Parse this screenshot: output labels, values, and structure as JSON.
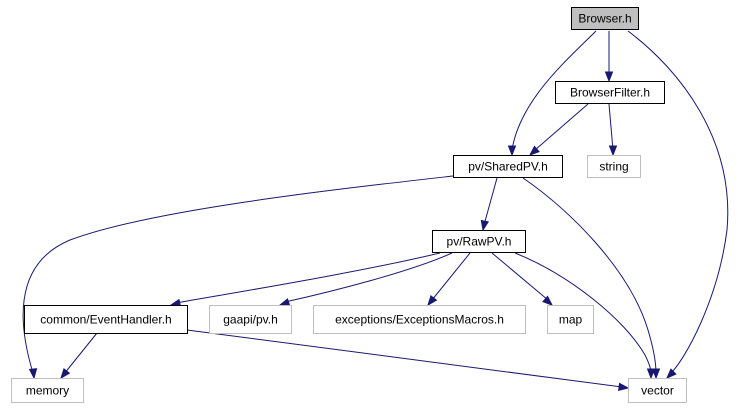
{
  "diagram": {
    "nodes": [
      {
        "id": "browser_h",
        "label": "Browser.h",
        "style": "root"
      },
      {
        "id": "browserfilter_h",
        "label": "BrowserFilter.h",
        "style": "normal"
      },
      {
        "id": "string",
        "label": "string",
        "style": "dim"
      },
      {
        "id": "sharedpv_h",
        "label": "pv/SharedPV.h",
        "style": "normal"
      },
      {
        "id": "rawpv_h",
        "label": "pv/RawPV.h",
        "style": "normal"
      },
      {
        "id": "eventhandler_h",
        "label": "common/EventHandler.h",
        "style": "normal"
      },
      {
        "id": "gaapi_pv_h",
        "label": "gaapi/pv.h",
        "style": "dim"
      },
      {
        "id": "exceptions_h",
        "label": "exceptions/ExceptionsMacros.h",
        "style": "dim"
      },
      {
        "id": "map",
        "label": "map",
        "style": "dim"
      },
      {
        "id": "memory",
        "label": "memory",
        "style": "dim"
      },
      {
        "id": "vector",
        "label": "vector",
        "style": "dim"
      }
    ],
    "edges": [
      {
        "from": "browser_h",
        "to": "browserfilter_h"
      },
      {
        "from": "browser_h",
        "to": "sharedpv_h"
      },
      {
        "from": "browser_h",
        "to": "vector"
      },
      {
        "from": "browserfilter_h",
        "to": "sharedpv_h"
      },
      {
        "from": "browserfilter_h",
        "to": "string"
      },
      {
        "from": "sharedpv_h",
        "to": "rawpv_h"
      },
      {
        "from": "sharedpv_h",
        "to": "memory"
      },
      {
        "from": "sharedpv_h",
        "to": "vector"
      },
      {
        "from": "rawpv_h",
        "to": "eventhandler_h"
      },
      {
        "from": "rawpv_h",
        "to": "gaapi_pv_h"
      },
      {
        "from": "rawpv_h",
        "to": "exceptions_h"
      },
      {
        "from": "rawpv_h",
        "to": "map"
      },
      {
        "from": "rawpv_h",
        "to": "vector"
      },
      {
        "from": "eventhandler_h",
        "to": "memory"
      },
      {
        "from": "eventhandler_h",
        "to": "vector"
      }
    ]
  },
  "colors": {
    "edge": "#191970",
    "dim_border": "#bfbfbf",
    "root_fill": "#bfbfbf"
  }
}
